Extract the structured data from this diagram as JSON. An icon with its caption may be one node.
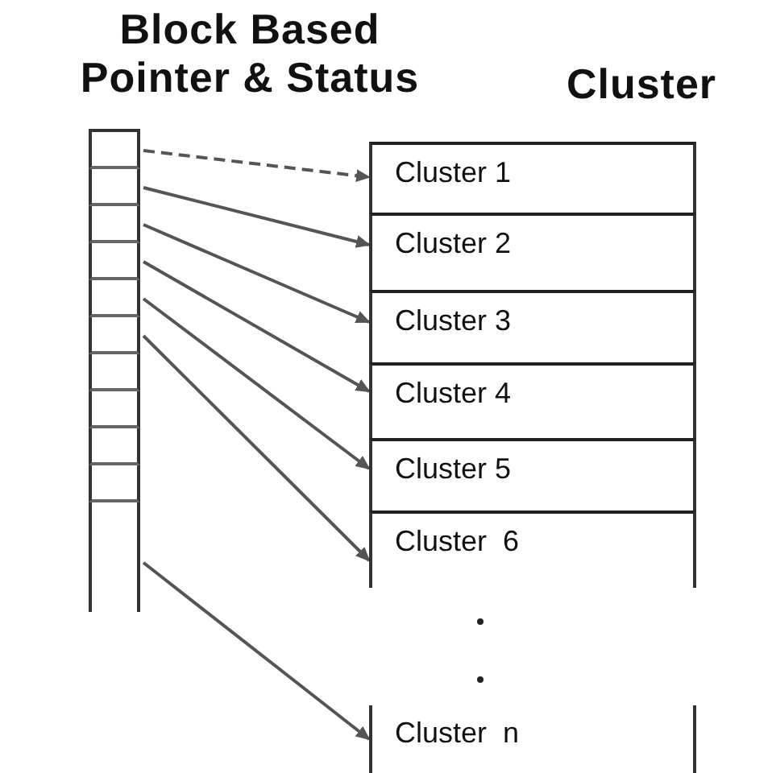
{
  "diagram": {
    "nodes": [
      {
        "text": [],
        "shape": "box"
      },
      {
        "text": [],
        "shape": "box",
        "in": 0
      },
      {
        "text": [],
        "shape": "box",
        "in": 0
      },
      {
        "text": [],
        "shape": "box",
        "in": 0
      },
      {
        "text": [],
        "shape": "box",
        "in": 0
      },
      {
        "text": [],
        "shape": "box",
        "in": 0
      },
      {
        "text": [],
        "shape": "box",
        "in": 0
      },
      {
        "text": [],
        "shape": "box",
        "in": 0
      },
      {
        "text": [],
        "shape": "box",
        "in": 0
      },
      {
        "text": [],
        "shape": "box",
        "in": 0
      },
      {
        "text": [],
        "shape": "box",
        "in": 0
      },
      {
        "text": [],
        "shape": "box",
        "in": 0
      },
      {
        "text": [
          "Cluster 1"
        ]
      },
      {
        "text": [
          "Cluster 2"
        ]
      },
      {
        "text": [
          "Cluster 3"
        ]
      },
      {
        "text": [
          "Cluster 4"
        ]
      },
      {
        "text": [
          "Cluster 5"
        ]
      },
      {
        "text": [
          "Cluster  6"
        ]
      },
      {
        "text": [
          "Cluster  n"
        ]
      }
    ],
    "edges": [
      {
        "from": 1,
        "to": 12,
        "arrow": "to",
        "style": "dashed"
      },
      {
        "from": 2,
        "to": 13,
        "arrow": "to"
      },
      {
        "from": 3,
        "to": 14,
        "arrow": "to"
      },
      {
        "from": 4,
        "to": 15,
        "arrow": "to"
      },
      {
        "from": 5,
        "to": 16,
        "arrow": "to"
      },
      {
        "from": 6,
        "to": 17,
        "arrow": "to"
      },
      {
        "from": 11,
        "to": 18,
        "arrow": "to"
      }
    ],
    "labels": [
      "Block Based Pointer & Status",
      "Cluster"
    ]
  }
}
